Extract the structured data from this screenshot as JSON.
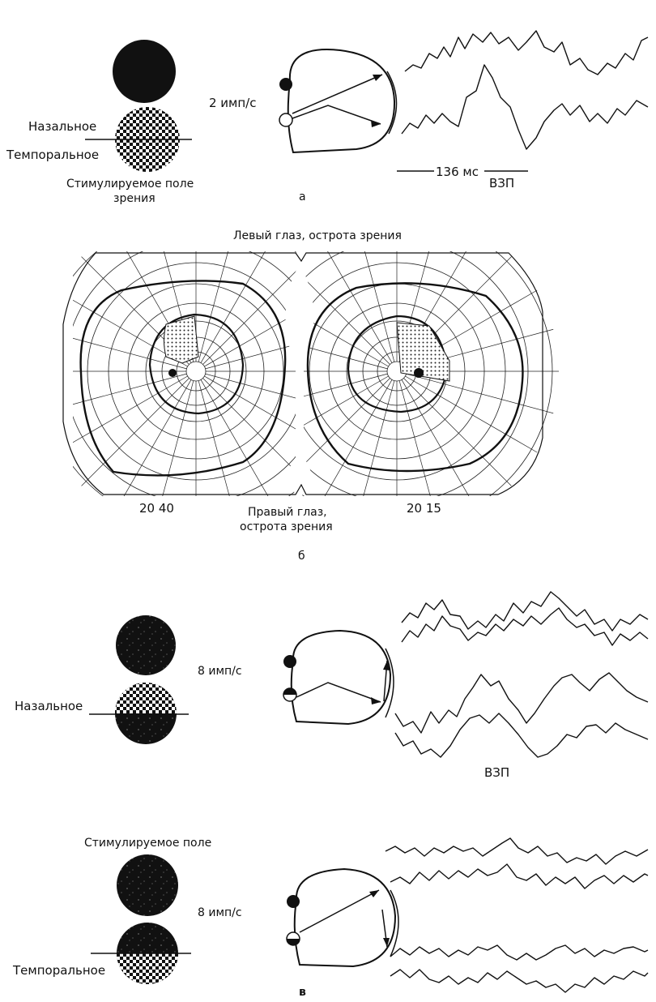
{
  "panel_a": {
    "rate": "2 имп/с",
    "nasal": "Назальное",
    "temporal": "Темпоральное",
    "field_line1": "Стимулируемое поле",
    "field_line2": "зрения",
    "timescale": "136 мс",
    "vep": "ВЗП",
    "panel_letter": "а"
  },
  "panel_b": {
    "left_eye_caption": "Левый глаз, острота зрения",
    "acuity_left": "20 40",
    "acuity_right": "20 15",
    "right_eye_line1": "Правый глаз,",
    "right_eye_line2": "острота зрения",
    "panel_letter": "б"
  },
  "panel_c": {
    "rate_upper": "8 имп/с",
    "nasal": "Назальное",
    "vep": "ВЗП",
    "field_label": "Стимулируемое поле",
    "rate_lower": "8 имп/с",
    "temporal": "Темпоральное",
    "panel_letter": "в"
  }
}
